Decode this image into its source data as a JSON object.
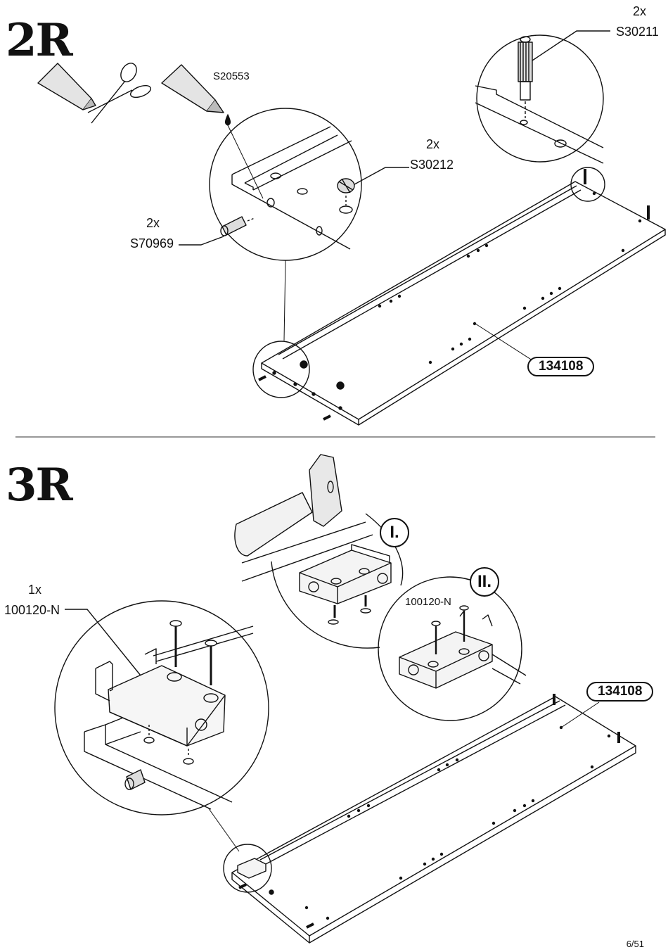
{
  "step_2r": {
    "step_label": "2R",
    "glue_code": "S20553",
    "cam_bolt": {
      "qty": "2x",
      "code": "S30211"
    },
    "cam_lock": {
      "qty": "2x",
      "code": "S30212"
    },
    "dowel": {
      "qty": "2x",
      "code": "S70969"
    },
    "panel_code": "134108"
  },
  "step_3r": {
    "step_label": "3R",
    "hinge": {
      "qty": "1x",
      "code": "100120-N"
    },
    "detail_ii_code": "100120-N",
    "detail_i_marker": "I.",
    "detail_ii_marker": "II.",
    "panel_code": "134108"
  },
  "footer": {
    "page_number": "6/51"
  },
  "icons": [
    "glue-tube-icon",
    "scissors-icon",
    "glue-drop-icon",
    "hammer-icon",
    "screw-icon",
    "cam-bolt-icon",
    "cam-lock-icon",
    "dowel-icon",
    "hinge-icon"
  ]
}
